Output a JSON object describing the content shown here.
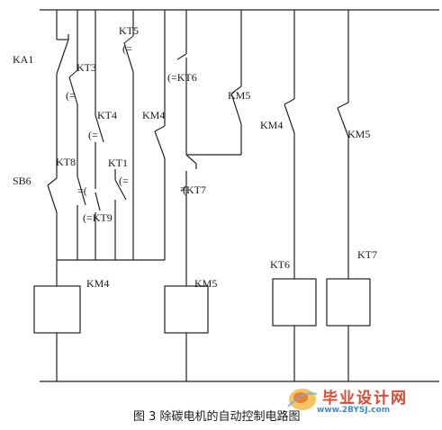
{
  "labels": {
    "ka1": "KA1",
    "kt3": "KT3",
    "kt5": "KT5",
    "kt5_sym": "(=",
    "kt3_sym": "(=",
    "kt6_contact": "(=KT6",
    "km5_contact": "KM5",
    "kt4": "KT4",
    "kt4_sym": "(=",
    "km4_contact": "KM4",
    "kt8": "KT8",
    "kt1": "KT1",
    "kt1_sym": "(=",
    "sb6": "SB6",
    "kt8_sym": "=(",
    "kt7_contact": "(KT7",
    "kt9_contact": "(=KT9",
    "km4_right": "KM4",
    "km5_right": "KM5",
    "km4_coil": "KM4",
    "km5_coil": "KM5",
    "kt6_coil": "KT6",
    "kt7_coil": "KT7"
  },
  "caption": "图 3 除碳电机的自动控制电路图",
  "watermark": {
    "title": "毕业设计网",
    "url": "www.2BYSJ.com"
  }
}
